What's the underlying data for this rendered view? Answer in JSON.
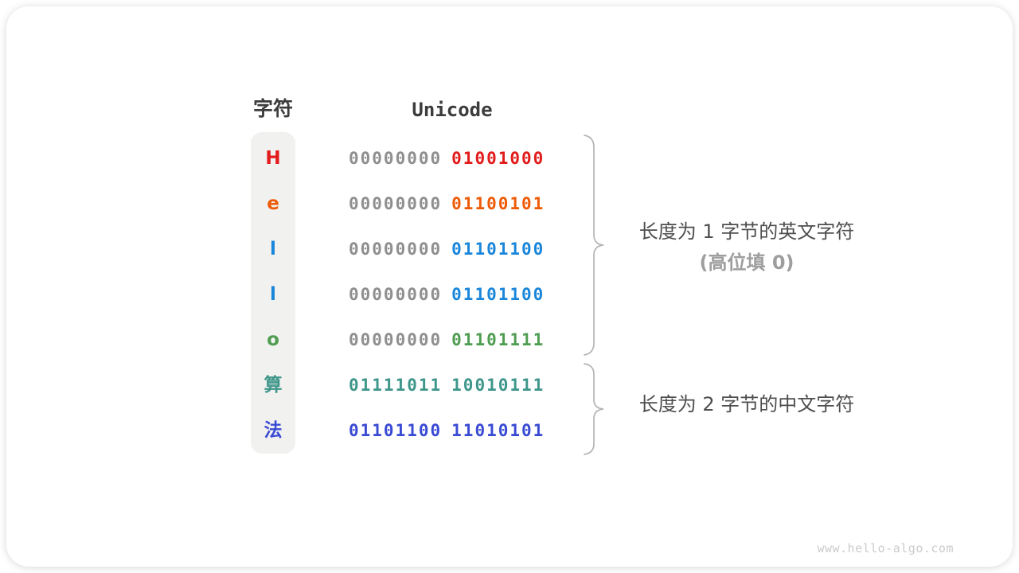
{
  "table": {
    "headers": {
      "char": "字符",
      "unicode": "Unicode"
    },
    "gray_byte_color": "#8f8f8f",
    "rows": [
      {
        "char": "H",
        "char_color": "#e21b1b",
        "bytes": [
          {
            "text": "00000000",
            "color": "#8f8f8f"
          },
          {
            "text": "01001000",
            "color": "#e21b1b"
          }
        ]
      },
      {
        "char": "e",
        "char_color": "#ee5b07",
        "bytes": [
          {
            "text": "00000000",
            "color": "#8f8f8f"
          },
          {
            "text": "01100101",
            "color": "#ee5b07"
          }
        ]
      },
      {
        "char": "l",
        "char_color": "#1a86da",
        "bytes": [
          {
            "text": "00000000",
            "color": "#8f8f8f"
          },
          {
            "text": "01101100",
            "color": "#1a86da"
          }
        ]
      },
      {
        "char": "l",
        "char_color": "#1a86da",
        "bytes": [
          {
            "text": "00000000",
            "color": "#8f8f8f"
          },
          {
            "text": "01101100",
            "color": "#1a86da"
          }
        ]
      },
      {
        "char": "o",
        "char_color": "#4f9d51",
        "bytes": [
          {
            "text": "00000000",
            "color": "#8f8f8f"
          },
          {
            "text": "01101111",
            "color": "#4f9d51"
          }
        ]
      },
      {
        "char": "算",
        "char_color": "#3f968b",
        "bytes": [
          {
            "text": "01111011",
            "color": "#3f968b"
          },
          {
            "text": "10010111",
            "color": "#3f968b"
          }
        ]
      },
      {
        "char": "法",
        "char_color": "#3a4bd3",
        "bytes": [
          {
            "text": "01101100",
            "color": "#3a4bd3"
          },
          {
            "text": "11010101",
            "color": "#3a4bd3"
          }
        ]
      }
    ]
  },
  "annotations": {
    "group1_line1": "长度为 1 字节的英文字符",
    "group1_line2": "(高位填 0)",
    "group2": "长度为 2 字节的中文字符",
    "brace_color": "#b5b5b5"
  },
  "watermark": "www.hello-algo.com"
}
